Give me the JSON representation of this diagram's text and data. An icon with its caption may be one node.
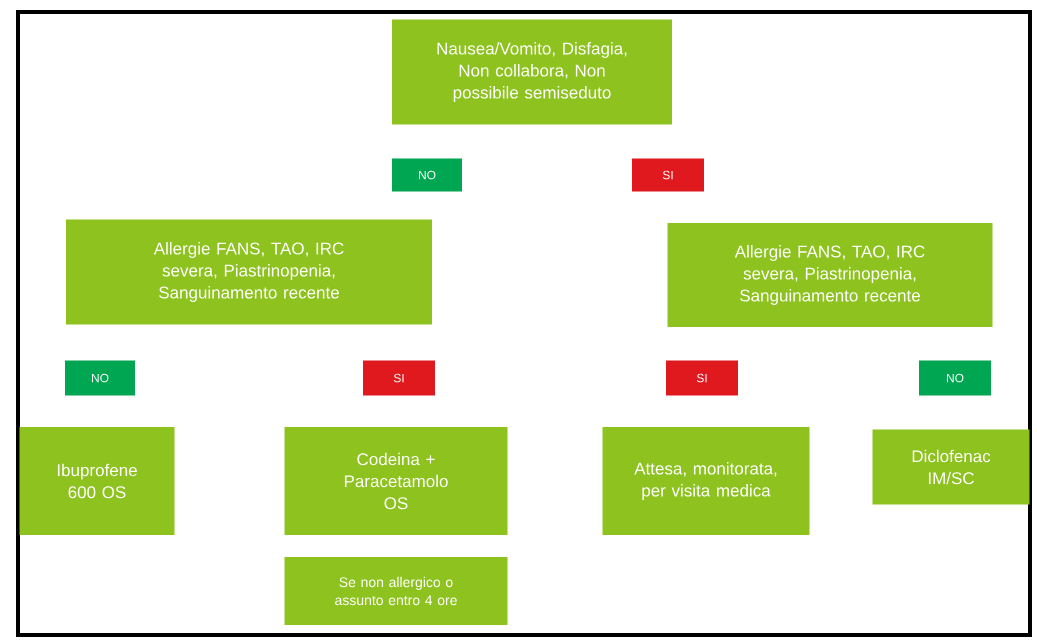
{
  "diagram": {
    "nodes": [
      {
        "text": [
          "Nausea/Vomito, Disfagia, Non collabora, Non possibile semiseduto"
        ]
      },
      {
        "text": [
          "NO"
        ]
      },
      {
        "text": [
          "SI"
        ]
      },
      {
        "text": [
          "Allergie FANS, TAO, IRC severa, Piastrinopenia, Sanguinamento recente"
        ]
      },
      {
        "text": [
          "Allergie FANS, TAO, IRC severa, Piastrinopenia, Sanguinamento recente"
        ]
      },
      {
        "text": [
          "NO"
        ]
      },
      {
        "text": [
          "SI"
        ]
      },
      {
        "text": [
          "SI"
        ]
      },
      {
        "text": [
          "NO"
        ]
      },
      {
        "text": [
          "Ibuprofene 600 OS"
        ]
      },
      {
        "text": [
          "Codeina + Paracetamolo OS"
        ]
      },
      {
        "text": [
          "Attesa, monitorata, per visita medica"
        ]
      },
      {
        "text": [
          "Diclofenac IM/SC"
        ]
      },
      {
        "text": [
          "Se non allergico o assunto entro 4 ore"
        ]
      }
    ]
  }
}
